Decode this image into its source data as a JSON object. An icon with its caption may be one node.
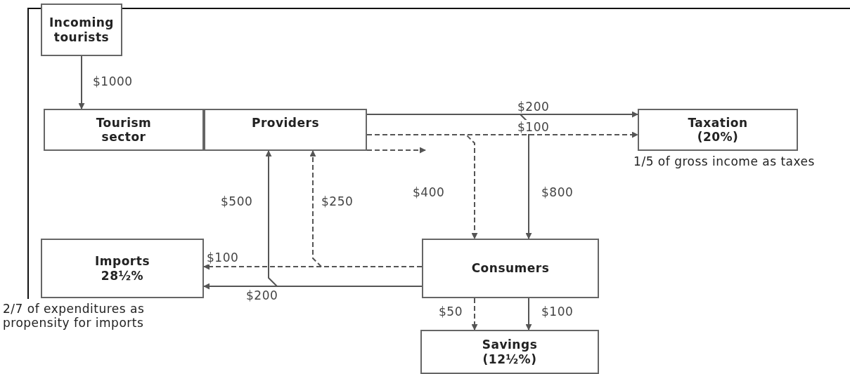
{
  "diagram": {
    "nodes": [
      {
        "text": [
          "Incoming tourists"
        ]
      },
      {
        "text": [
          "Tourism sector"
        ]
      },
      {
        "text": [
          "Providers"
        ]
      },
      {
        "text": [
          "Taxation (20%)"
        ],
        "beside": [
          "1/5 of gross income as taxes"
        ]
      },
      {
        "text": [
          "Imports 28½%"
        ],
        "beside": [
          "2/7 of expenditures as propensity for imports"
        ]
      },
      {
        "text": [
          "Consumers"
        ]
      },
      {
        "text": [
          "Savings (12½%)"
        ]
      }
    ],
    "edges": [
      {
        "from": 0,
        "to": 1,
        "arrow": "to",
        "label": "$1000"
      },
      {
        "from": 2,
        "to": 3,
        "arrow": "to",
        "label": "$200"
      },
      {
        "from": 2,
        "to": 5,
        "arrow": "to",
        "label": "$800"
      },
      {
        "from": 2,
        "to": 3,
        "arrow": "to",
        "label": "$100",
        "style": "dashed"
      },
      {
        "from": 2,
        "to": 5,
        "arrow": "to",
        "label": "$400",
        "style": "dashed"
      },
      {
        "from": 2,
        "to": null,
        "arrow": "to",
        "style": "dashed"
      },
      {
        "from": 5,
        "to": 2,
        "arrow": "to",
        "label": "$500"
      },
      {
        "from": 5,
        "to": 4,
        "arrow": "to",
        "label": "$200"
      },
      {
        "from": 5,
        "to": 2,
        "arrow": "to",
        "label": "$250",
        "style": "dashed"
      },
      {
        "from": 5,
        "to": 4,
        "arrow": "to",
        "label": "$100",
        "style": "dashed"
      },
      {
        "from": 5,
        "to": 6,
        "arrow": "to",
        "label": "$50",
        "style": "dashed"
      },
      {
        "from": 5,
        "to": 6,
        "arrow": "to",
        "label": "$100"
      }
    ]
  }
}
